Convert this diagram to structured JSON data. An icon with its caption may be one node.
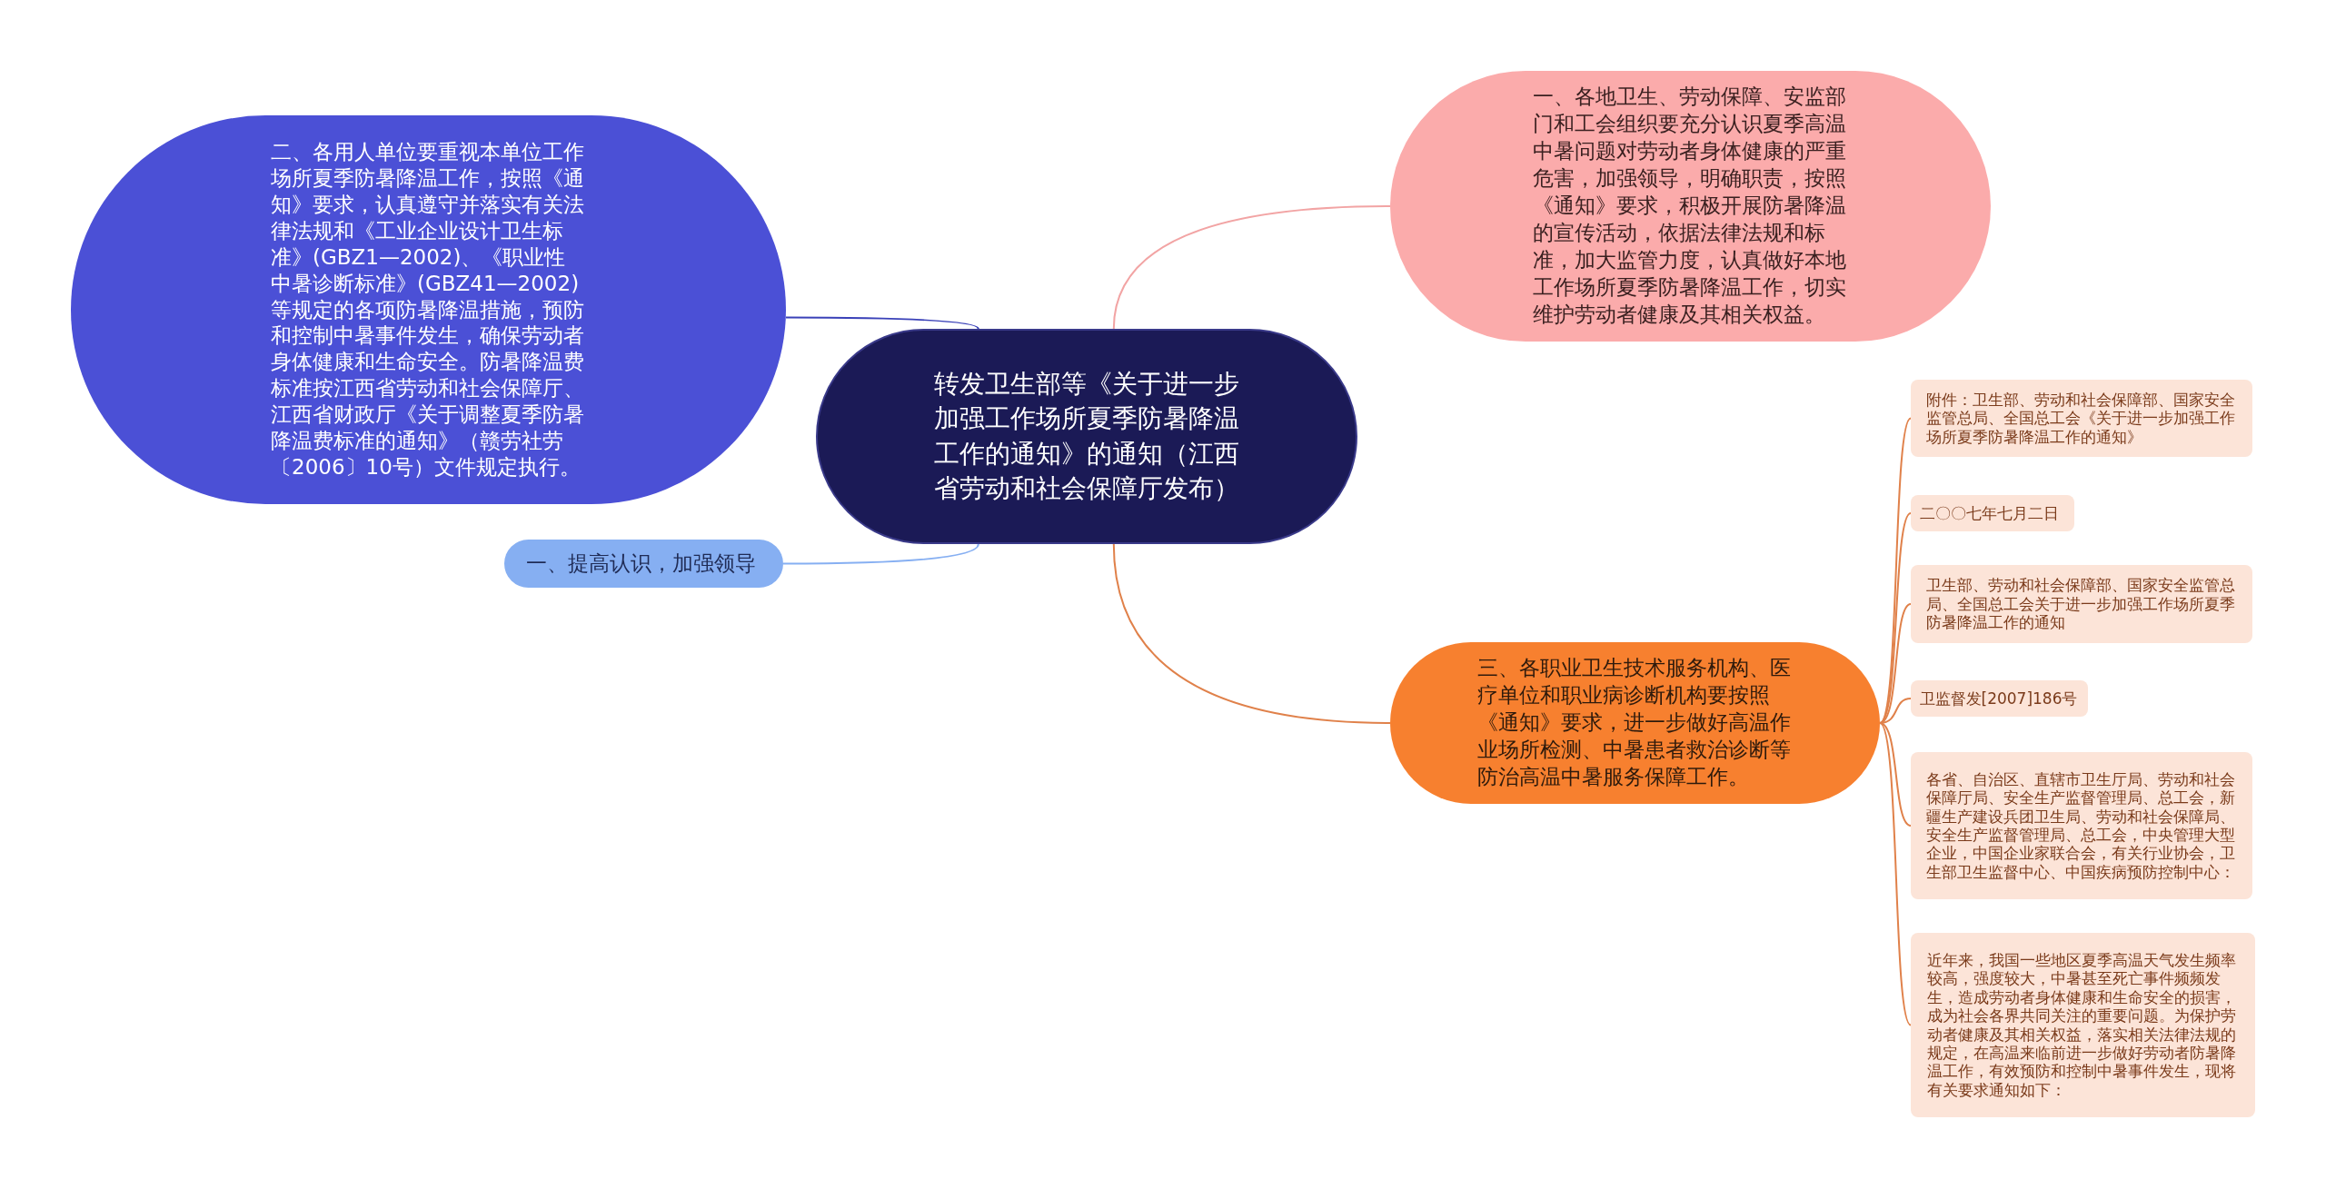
{
  "diagram": {
    "nodes": [
      {
        "text": [
          "转发卫生部等《关于进一步加强工作场所夏季防暑降温工作的通知》的通知（江西省劳动和社会保障厅发布）"
        ]
      },
      {
        "text": [
          "二、各用人单位要重视本单位工作场所夏季防暑降温工作，按照《通知》要求，认真遵守并落实有关法律法规和《工业企业设计卫生标准》(GBZ1—2002)、《职业性中暑诊断标准》(GBZ41—2002)等规定的各项防暑降温措施，预防和控制中暑事件发生，确保劳动者身体健康和生命安全。防暑降温费标准按江西省劳动和社会保障厅、江西省财政厅《关于调整夏季防暑降温费标准的通知》（赣劳社劳〔2006〕10号）文件规定执行。"
        ]
      },
      {
        "text": [
          "一、提高认识，加强领导"
        ]
      },
      {
        "text": [
          "一、各地卫生、劳动保障、安监部门和工会组织要充分认识夏季高温中暑问题对劳动者身体健康的严重危害，加强领导，明确职责，按照《通知》要求，积极开展防暑降温的宣传活动，依据法律法规和标准，加大监管力度，认真做好本地工作场所夏季防暑降温工作，切实维护劳动者健康及其相关权益。"
        ]
      },
      {
        "text": [
          "三、各职业卫生技术服务机构、医疗单位和职业病诊断机构要按照《通知》要求，进一步做好高温作业场所检测、中暑患者救治诊断等防治高温中暑服务保障工作。"
        ]
      },
      {
        "text": [
          "附件：卫生部、劳动和社会保障部、国家安全监管总局、全国总工会《关于进一步加强工作场所夏季防暑降温工作的通知》"
        ]
      },
      {
        "text": [
          "二〇〇七年七月二日"
        ]
      },
      {
        "text": [
          "卫生部、劳动和社会保障部、国家安全监管总局、全国总工会关于进一步加强工作场所夏季防暑降温工作的通知"
        ]
      },
      {
        "text": [
          "卫监督发[2007]186号"
        ]
      },
      {
        "text": [
          "各省、自治区、直辖市卫生厅局、劳动和社会保障厅局、安全生产监督管理局、总工会，新疆生产建设兵团卫生局、劳动和社会保障局、安全生产监督管理局、总工会，中央管理大型企业，中国企业家联合会，有关行业协会，卫生部卫生监督中心、中国疾病预防控制中心："
        ]
      },
      {
        "text": [
          "近年来，我国一些地区夏季高温天气发生频率较高，强度较大，中暑甚至死亡事件频频发生，造成劳动者身体健康和生命安全的损害，成为社会各界共同关注的重要问题。为保护劳动者健康及其相关权益，落实相关法律法规的规定，在高温来临前进一步做好劳动者防暑降温工作，有效预防和控制中暑事件发生，现将有关要求通知如下："
        ]
      }
    ],
    "edges": [
      {
        "from": 0,
        "to": 1,
        "arrow": "none",
        "color": "#3a41b8"
      },
      {
        "from": 0,
        "to": 2,
        "arrow": "none",
        "color": "#86aff2"
      },
      {
        "from": 0,
        "to": 3,
        "arrow": "none",
        "color": "#f2a4a4"
      },
      {
        "from": 0,
        "to": 4,
        "arrow": "none"
      },
      {
        "from": 4,
        "to": 5,
        "arrow": "none"
      },
      {
        "from": 4,
        "to": 6,
        "arrow": "none"
      },
      {
        "from": 4,
        "to": 7,
        "arrow": "none"
      },
      {
        "from": 4,
        "to": 8,
        "arrow": "none"
      },
      {
        "from": 4,
        "to": 9,
        "arrow": "none"
      },
      {
        "from": 4,
        "to": 10,
        "arrow": "none"
      }
    ]
  }
}
